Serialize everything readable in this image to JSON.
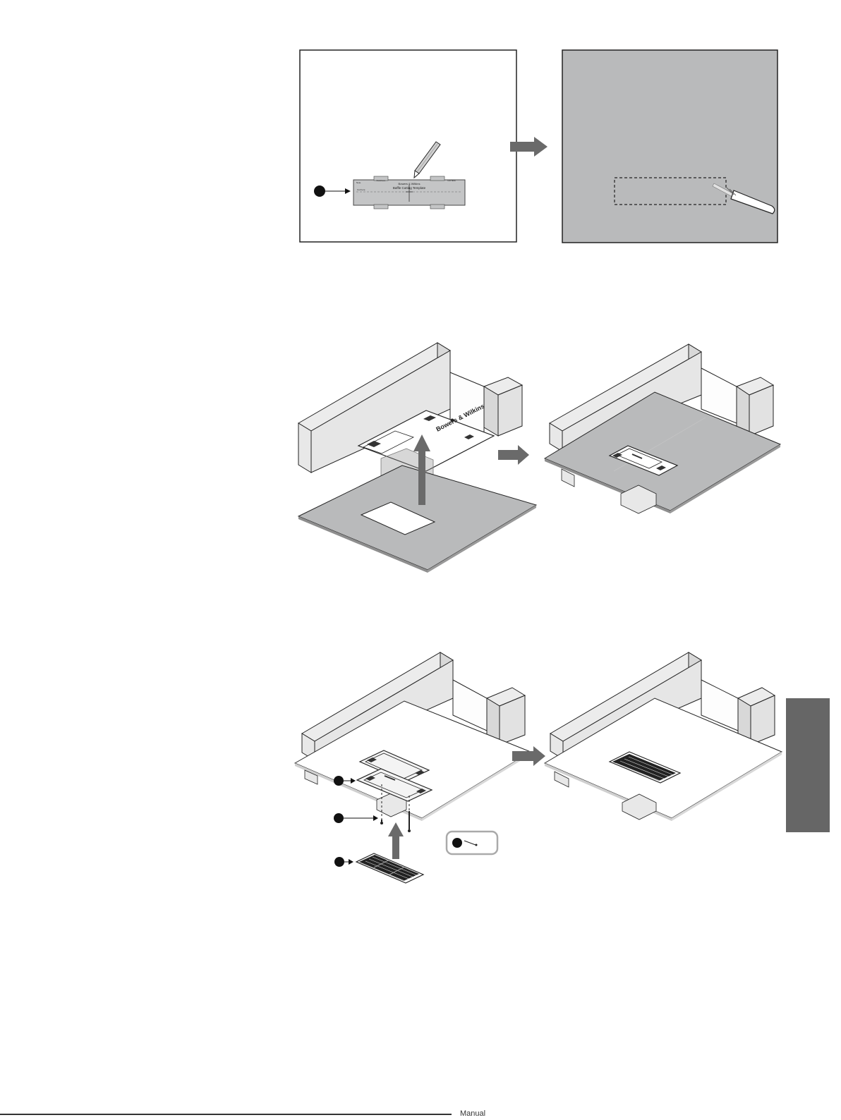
{
  "template": {
    "brand": "Bowers & Wilkins",
    "title": "Baffle Cutting Template",
    "corner_left": "Note",
    "tab_label": "Fold here",
    "left_label": "Cut here",
    "right_label": "Cut here"
  },
  "step2": {
    "bracket_brand": "Bowers & Wilkins"
  },
  "footer": {
    "text": "Manual"
  },
  "colors": {
    "panel_gray": "#b9babb",
    "arrow_gray": "#6a6a6a",
    "side_tab": "#666666",
    "callout_dot": "#111111"
  }
}
